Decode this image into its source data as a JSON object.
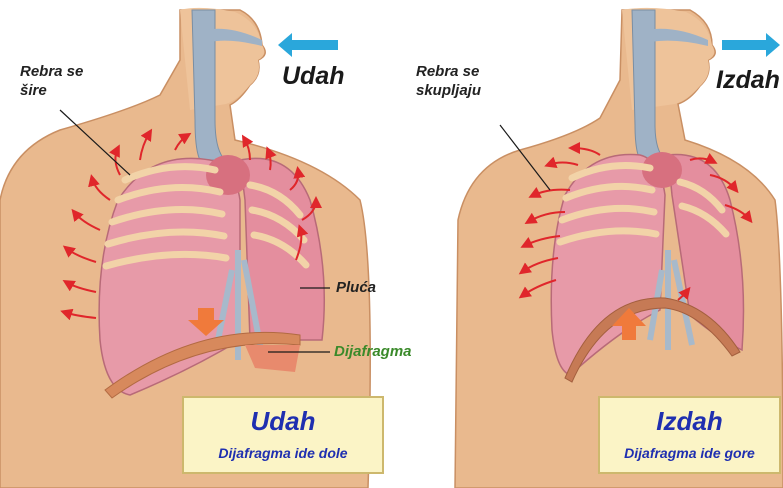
{
  "left": {
    "ribs_label": "Rebra se\nšire",
    "title": "Udah",
    "lungs_label": "Pluća",
    "diaphragm_label": "Dijafragma",
    "box_title": "Udah",
    "box_subtitle": "Dijafragma ide dole"
  },
  "right": {
    "ribs_label": "Rebra se\nskupljaju",
    "title": "Izdah",
    "box_title": "Izdah",
    "box_subtitle": "Dijafragma ide gore"
  },
  "colors": {
    "skin": "#e9b98e",
    "lung": "#e79aa8",
    "arrow_red": "#e0262b",
    "arrow_blue": "#2aa7db",
    "box_text": "#1f2fb0",
    "diaphragm_label": "#3a8a2a"
  }
}
